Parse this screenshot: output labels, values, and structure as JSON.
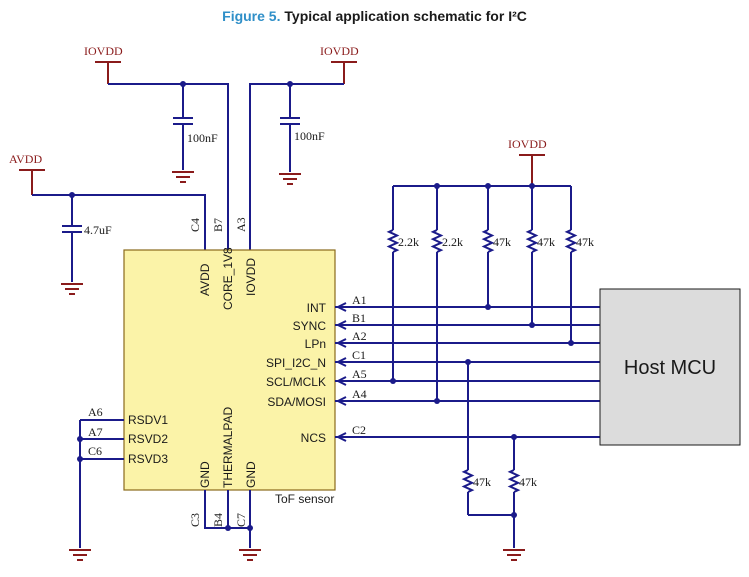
{
  "title": {
    "figure_label": "Figure 5.",
    "text": "Typical application schematic for I²C"
  },
  "rails": {
    "iovdd": "IOVDD",
    "avdd": "AVDD"
  },
  "capacitors": {
    "c1": "100nF",
    "c2": "100nF",
    "c3": "4.7uF"
  },
  "resistors": {
    "pullup_1": "2.2k",
    "pullup_2": "2.2k",
    "pullup_3": "47k",
    "pullup_4": "47k",
    "pullup_5": "47k",
    "pulldown_1": "47k",
    "pulldown_2": "47k"
  },
  "sensor": {
    "label": "ToF sensor",
    "top_pins": [
      "AVDD",
      "CORE_1V8",
      "IOVDD"
    ],
    "top_balls": [
      "C4",
      "B7",
      "A3"
    ],
    "right_pins": [
      "INT",
      "SYNC",
      "LPn",
      "SPI_I2C_N",
      "SCL/MCLK",
      "SDA/MOSI",
      "NCS"
    ],
    "right_balls": [
      "A1",
      "B1",
      "A2",
      "C1",
      "A5",
      "A4",
      "C2"
    ],
    "left_pins": [
      "RSDV1",
      "RSVD2",
      "RSVD3"
    ],
    "left_balls": [
      "A6",
      "A7",
      "C6"
    ],
    "bottom_pins": [
      "GND",
      "THERMALPAD",
      "GND"
    ],
    "bottom_balls": [
      "C3",
      "B4",
      "C7"
    ]
  },
  "host": {
    "label": "Host MCU"
  },
  "colors": {
    "wire": "#1b1b8a",
    "power": "#8a1b1b",
    "chip_fill": "#fbf3a8",
    "host_fill": "#dcdcdc",
    "title_accent": "#2f8fc8"
  }
}
